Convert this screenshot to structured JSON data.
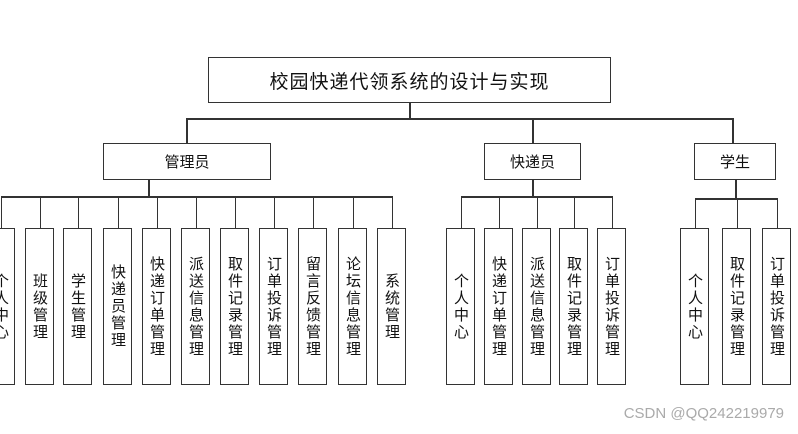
{
  "root": {
    "label": "校园快递代领系统的设计与实现"
  },
  "roles": [
    {
      "id": "admin",
      "label": "管理员",
      "children": [
        "个人中心",
        "班级管理",
        "学生管理",
        "快递员管理",
        "快递订单管理",
        "派送信息管理",
        "取件记录管理",
        "订单投诉管理",
        "留言反馈管理",
        "论坛信息管理",
        "系统管理"
      ]
    },
    {
      "id": "courier",
      "label": "快递员",
      "children": [
        "个人中心",
        "快递订单管理",
        "派送信息管理",
        "取件记录管理",
        "订单投诉管理"
      ]
    },
    {
      "id": "student",
      "label": "学生",
      "children": [
        "个人中心",
        "取件记录管理",
        "订单投诉管理"
      ]
    }
  ],
  "watermark": "CSDN @QQ242219979"
}
